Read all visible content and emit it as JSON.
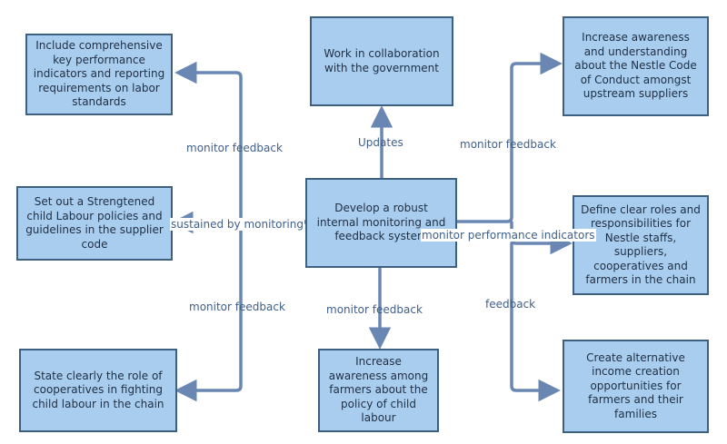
{
  "colors": {
    "box_fill": "#a9cdee",
    "box_border": "#3d5f80",
    "connector": "#6a87b4",
    "text": "#1f2f44",
    "label": "#3f5f8a"
  },
  "nodes": {
    "center": "Develop a robust internal monitoring and feedback system",
    "top_left": "Include comprehensive key performance indicators and reporting requirements on labor standards",
    "top_center": "Work in collaboration with the government",
    "top_right": "Increase awareness and understanding about the Nestle Code of Conduct amongst upstream suppliers",
    "middle_left": "Set out a Strengtened child Labour policies and guidelines in the supplier code",
    "middle_right": "Define clear roles and responsibilities for Nestle staffs, suppliers, cooperatives and farmers in the chain",
    "bottom_left": "State clearly the role of cooperatives in fighting child labour in the chain",
    "bottom_center": "Increase awareness among farmers about the policy of child labour",
    "bottom_right": "Create alternative income creation opportunities for farmers and their families"
  },
  "edge_labels": {
    "top_left": "monitor feedback",
    "top_center": "Updates",
    "top_right": "monitor feedback",
    "middle_left": "sustained by monitoring",
    "middle_right": "monitor performance indicators",
    "bottom_left": "monitor feedback",
    "bottom_center": "monitor feedback",
    "bottom_right": "feedback"
  }
}
